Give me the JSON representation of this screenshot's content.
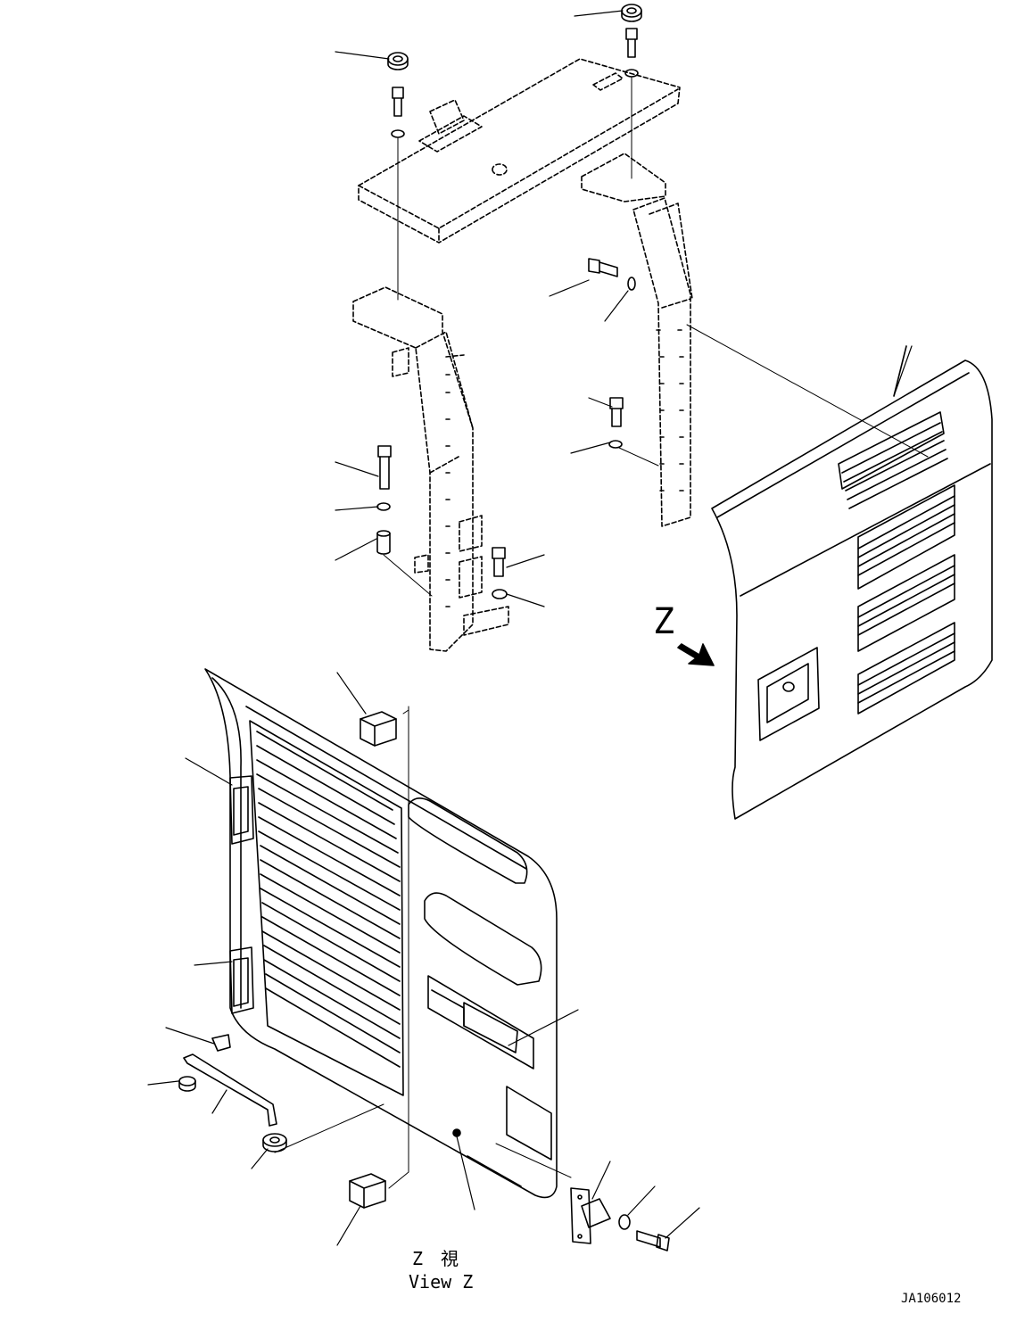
{
  "labels": {
    "view_arrow_letter": "Z",
    "view_title_top": "Z　視",
    "view_title_bottom": "View Z",
    "drawing_code": "JA106012"
  },
  "colors": {
    "line": "#000000",
    "background": "#ffffff"
  }
}
